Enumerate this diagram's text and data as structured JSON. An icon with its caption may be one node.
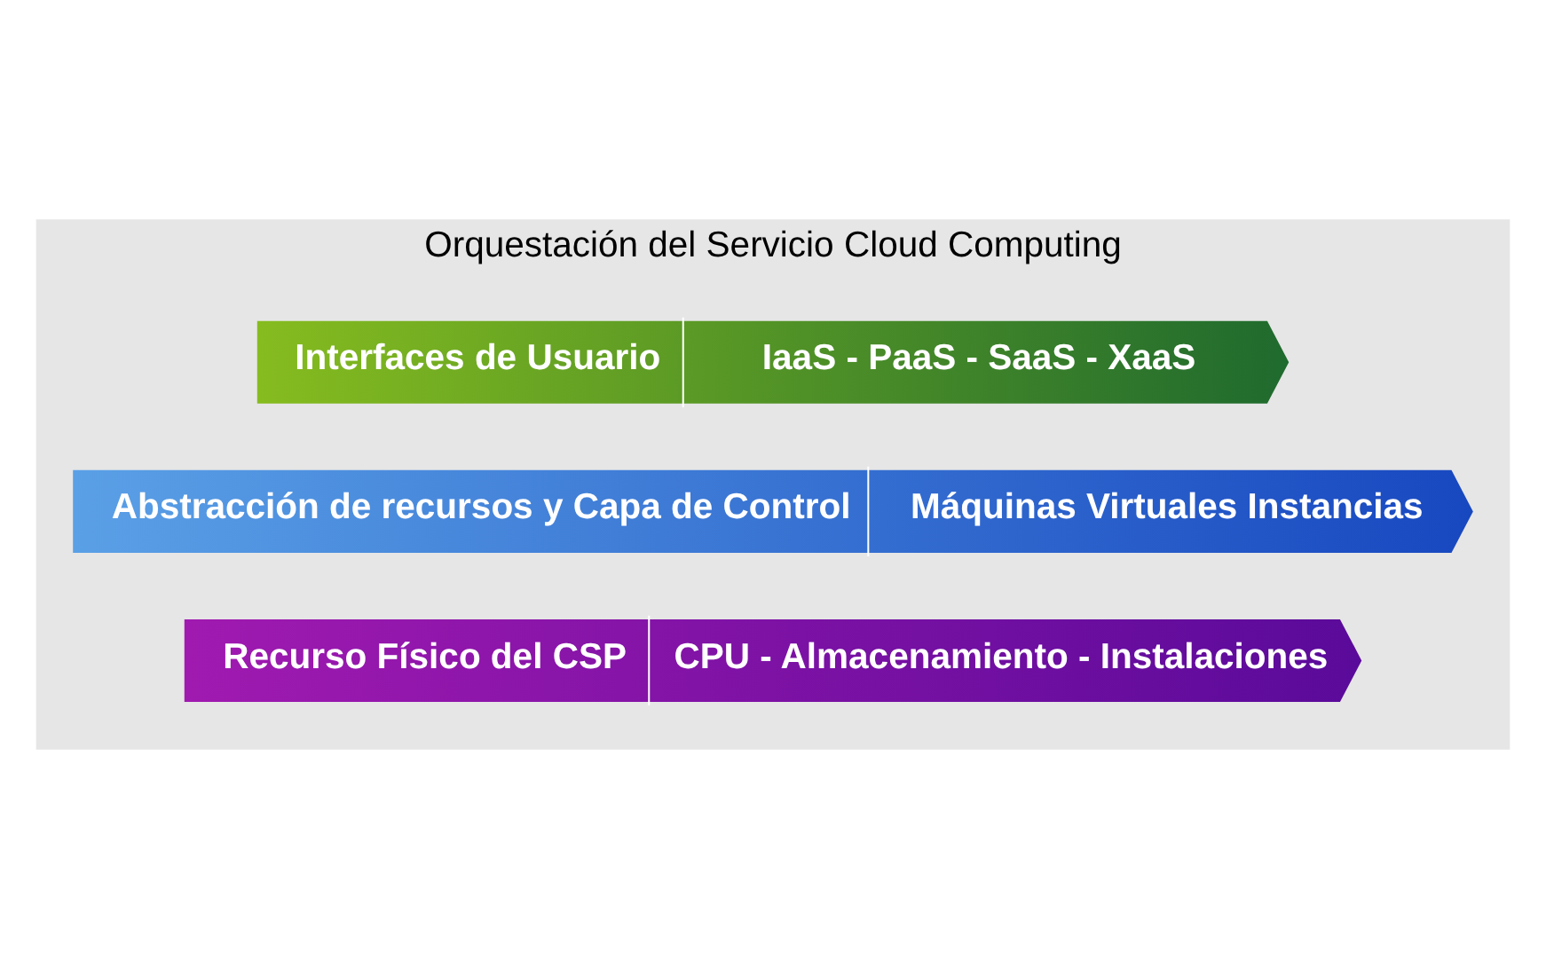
{
  "diagram": {
    "nodes": [
      {
        "text": [
          "Orquestación del Servicio Cloud Computing"
        ]
      },
      {
        "text": [
          "Interfaces de Usuario",
          "IaaS - PaaS - SaaS - XaaS"
        ],
        "in": 0
      },
      {
        "text": [
          "Abstracción de recursos y Capa de Control",
          "Máquinas Virtuales Instancias"
        ],
        "in": 0
      },
      {
        "text": [
          "Recurso Físico del CSP",
          "CPU - Almacenamiento - Instalaciones"
        ],
        "in": 0
      }
    ]
  }
}
